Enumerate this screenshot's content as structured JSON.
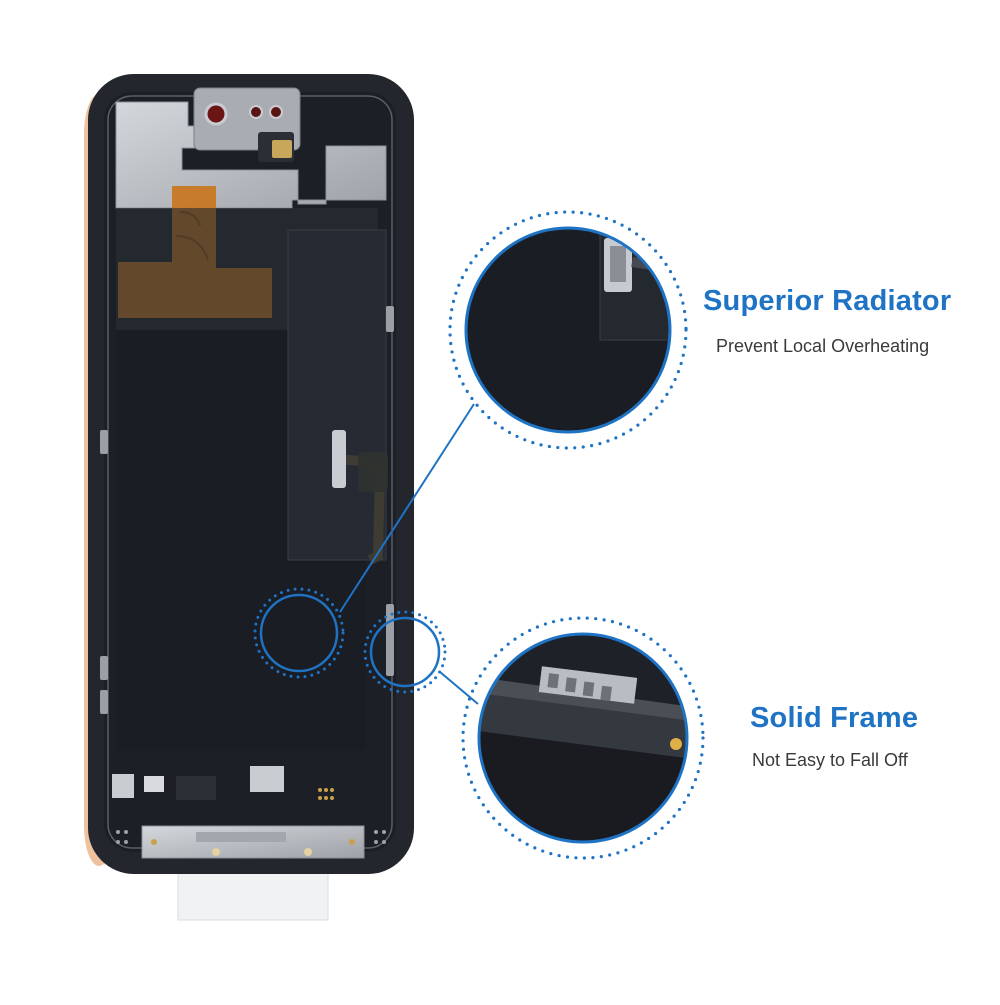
{
  "colors": {
    "accent": "#1f73c4",
    "background": "#ffffff",
    "panel_dark": "#1b1e26",
    "frame_dark": "#2a2d35",
    "metal": "#b8bcc2",
    "flex_orange": "#c8761e"
  },
  "callouts": [
    {
      "title": "Superior Radiator",
      "subtitle": "Prevent Local Overheating",
      "icon": "heat-sink-zoom"
    },
    {
      "title": "Solid Frame",
      "subtitle": "Not Easy to Fall Off",
      "icon": "frame-zoom"
    }
  ]
}
